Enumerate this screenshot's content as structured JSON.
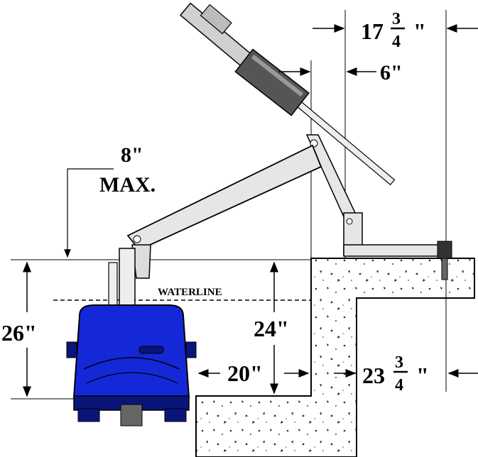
{
  "labels": {
    "top_dim_whole": "17",
    "top_dim_num": "3",
    "top_dim_den": "4",
    "top_dim_unit": "\"",
    "offset_dim": "6\"",
    "max_line1": "8\"",
    "max_line2": "MAX.",
    "waterline": "WATERLINE",
    "left_height": "26\"",
    "inner_height": "24\"",
    "bottom_width": "20\"",
    "right_dim_whole": "23",
    "right_dim_num": "3",
    "right_dim_den": "4",
    "right_dim_unit": "\""
  },
  "colors": {
    "seat": "#1428d8",
    "seat_dark": "#0a157a",
    "concrete": "#ffffff",
    "line": "#000000",
    "arm": "#e6e6e6"
  }
}
